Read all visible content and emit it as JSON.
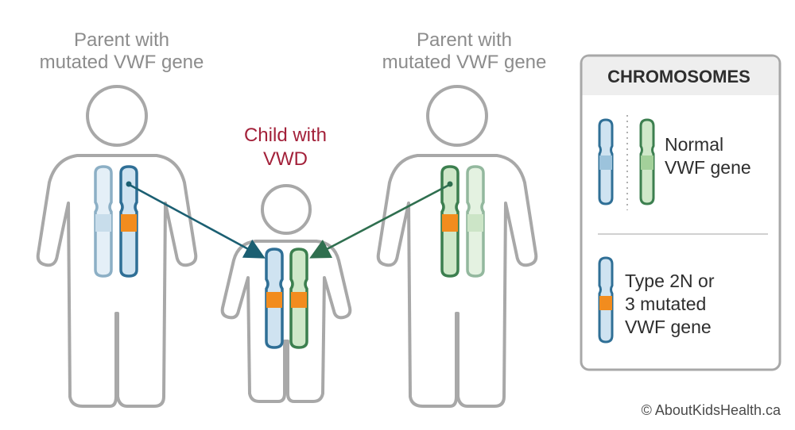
{
  "left_parent": {
    "label_line1": "Parent with",
    "label_line2": "mutated VWF gene"
  },
  "right_parent": {
    "label_line1": "Parent with",
    "label_line2": "mutated VWF gene"
  },
  "child": {
    "label_line1": "Child with",
    "label_line2": "VWD"
  },
  "legend": {
    "title": "CHROMOSOMES",
    "normal_line1": "Normal",
    "normal_line2": "VWF gene",
    "mutated_line1": "Type 2N or",
    "mutated_line2": "3 mutated",
    "mutated_line3": "VWF gene"
  },
  "credit": "© AboutKidsHealth.ca",
  "colors": {
    "body_outline": "#a8a8a8",
    "blue_fill": "#cfe3f1",
    "blue_stroke": "#2f6f96",
    "green_fill": "#cfe8c9",
    "green_stroke": "#3c7f4f",
    "mutation": "#f28c1e",
    "arrow_blue": "#1b5f72",
    "arrow_green": "#2f6f4f",
    "child_label": "#a3213a",
    "parent_label": "#8c8c8c"
  }
}
